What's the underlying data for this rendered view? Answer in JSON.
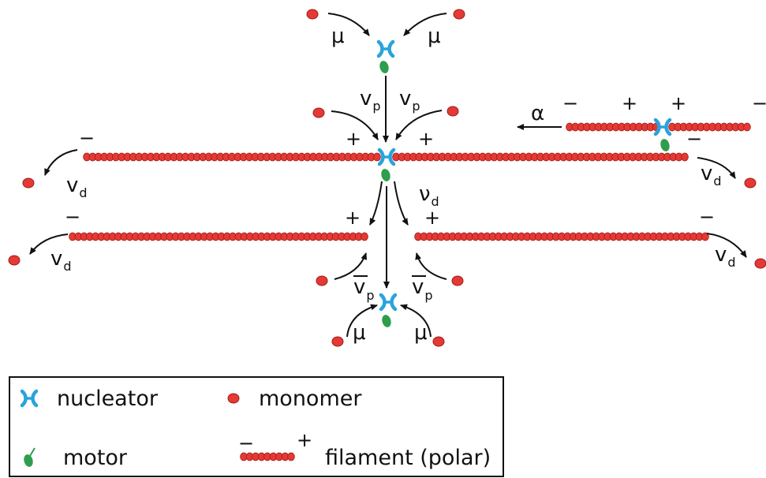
{
  "colors": {
    "monomer": "#e53935",
    "monomer_stroke": "#9e1c16",
    "nucleator": "#29a3dc",
    "motor": "#2e9e4d",
    "line": "#111111"
  },
  "symbols": {
    "plus": "+",
    "minus": "−"
  },
  "rates": {
    "mu": "μ",
    "v": "v",
    "nu": "ν",
    "alpha": "α",
    "sub_p": "p",
    "sub_d": "d"
  },
  "legend": {
    "nucleator": "nucleator",
    "monomer": "monomer",
    "motor": "motor",
    "filament": "filament (polar)",
    "filament_minus": "−",
    "filament_plus": "+"
  }
}
